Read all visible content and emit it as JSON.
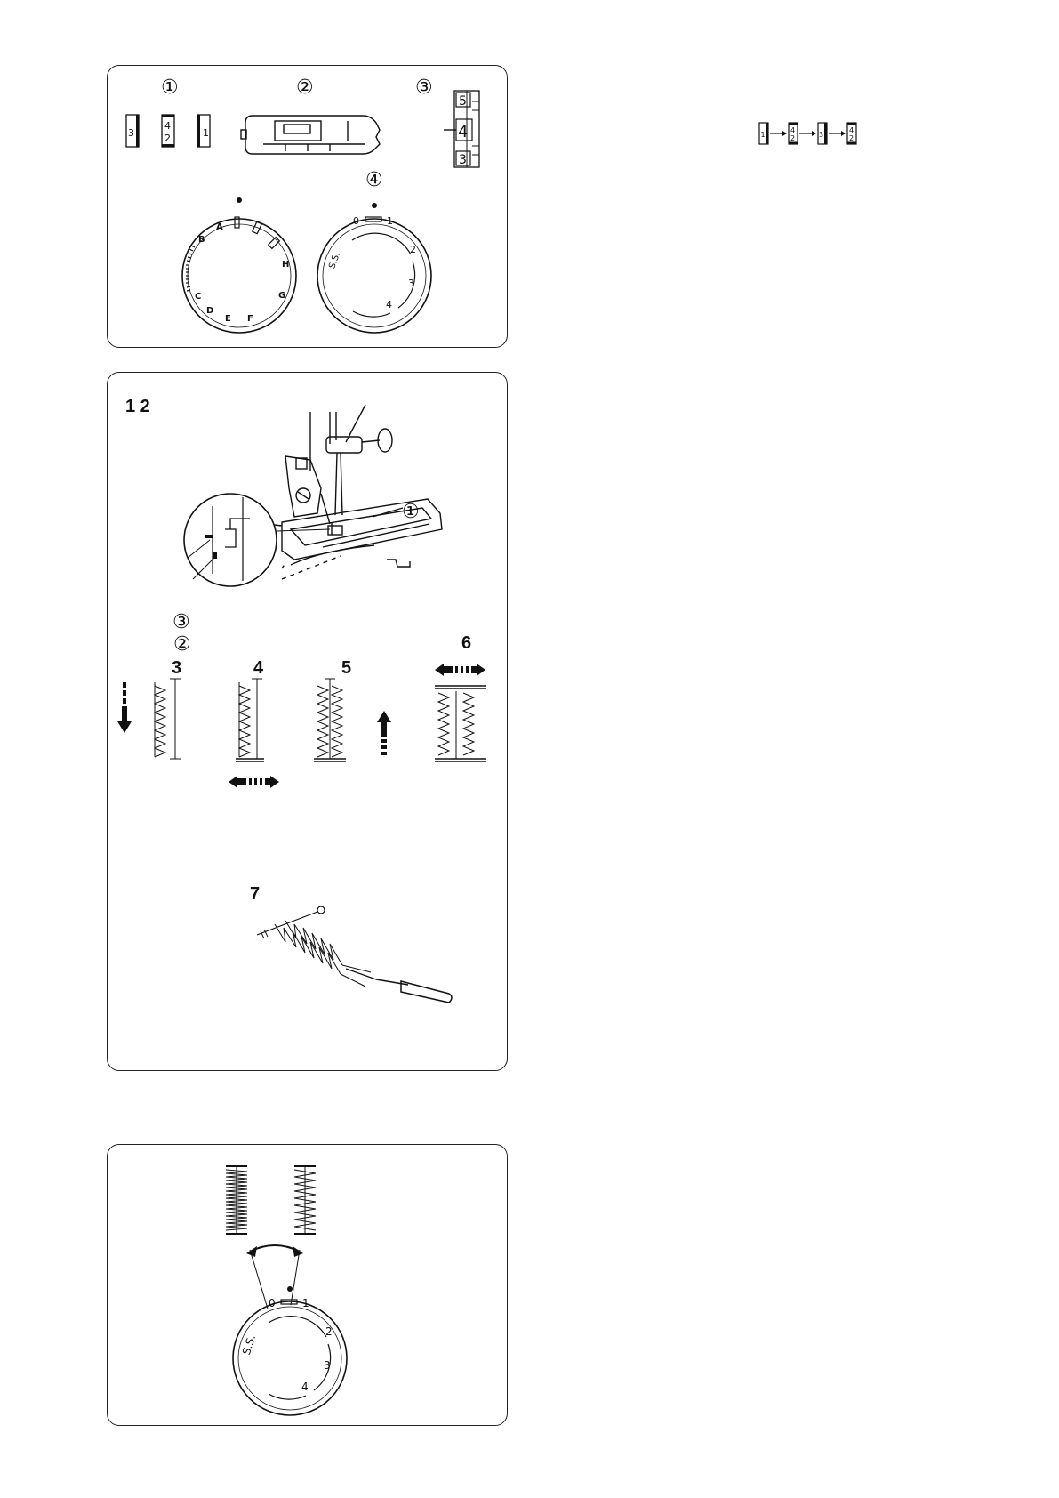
{
  "top_panel": {
    "callouts": [
      "①",
      "②",
      "③",
      "④"
    ],
    "buttonhole_steps": {
      "left": "3",
      "middle_top": "4",
      "middle_bottom": "2",
      "right": "1"
    },
    "length_scale": [
      "5",
      "4",
      "3"
    ],
    "pattern_dial": [
      "A",
      "B",
      "C",
      "D",
      "E",
      "F",
      "G",
      "H"
    ],
    "stitch_length_dial": {
      "zero": "0",
      "one": "1",
      "two": "2",
      "three": "3",
      "four": "4",
      "ss": "S.S."
    }
  },
  "sequence": {
    "steps": [
      "1",
      "4",
      "2",
      "3",
      "4",
      "2"
    ]
  },
  "middle_panel": {
    "title": "1 2",
    "callouts": [
      "①",
      "②",
      "③"
    ],
    "steps": [
      "3",
      "4",
      "5",
      "6",
      "7"
    ]
  },
  "bottom_panel": {
    "dial": {
      "zero": "0",
      "one": "1",
      "two": "2",
      "three": "3",
      "four": "4",
      "ss": "S.S."
    }
  },
  "colors": {
    "ink": "#111111",
    "paper": "#ffffff",
    "border": "#222222"
  }
}
